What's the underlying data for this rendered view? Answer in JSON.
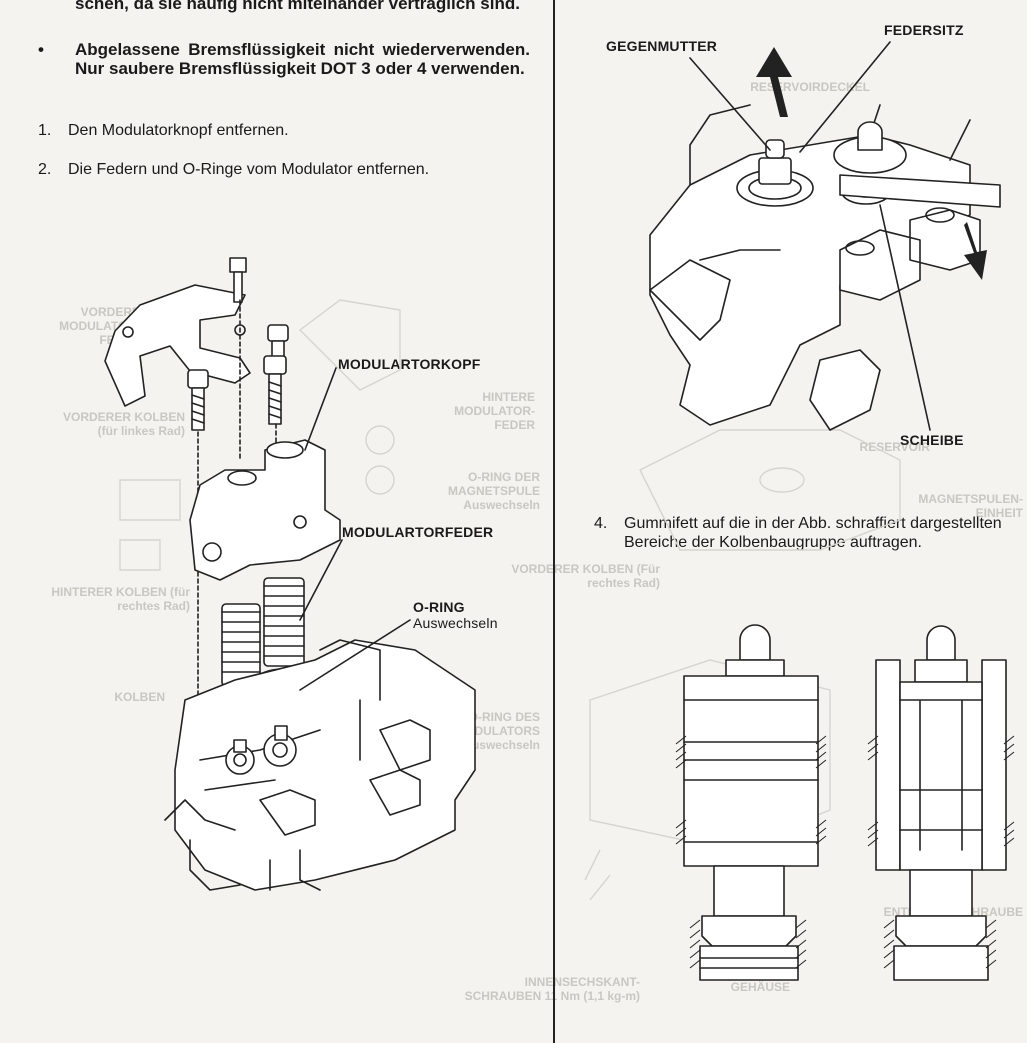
{
  "left": {
    "warning_tail": "schen, da sie häufig nicht miteinander verträglich sind.",
    "bullet_symbol": "•",
    "bullet_text": "Abgelassene Bremsflüssigkeit nicht wiederverwenden. Nur saubere Bremsflüssigkeit DOT 3 oder 4 verwenden.",
    "steps": [
      {
        "num": "1.",
        "text": "Den Modulatorknopf entfernen."
      },
      {
        "num": "2.",
        "text": "Die Federn und O-Ringe vom Modulator entfernen."
      }
    ],
    "labels": {
      "knob": "MODULARTORKOPF",
      "spring": "MODULARTORFEDER",
      "oring": "O-RING",
      "oring_sub": "Auswechseln"
    }
  },
  "right": {
    "labels": {
      "locknut": "GEGENMUTTER",
      "seat": "FEDERSITZ",
      "washer": "SCHEIBE"
    },
    "step4": {
      "num": "4.",
      "text": "Gummifett auf die in der Abb. schraffiert dargestellten Bereiche der Kolbenbaugruppe auftragen."
    }
  },
  "ghost_text": [
    "VORDERE MODULATOR-FEDER",
    "HINTERE MODULATOR-FEDER",
    "VORDERER KOLBEN (für linkes Rad)",
    "HINTERER KOLBEN (für rechtes Rad)",
    "O-RING DER MAGNETSPULE Auswechseln",
    "O-RING DES MODULATORS Auswechseln",
    "RESERVOIRDECKEL",
    "RESERVOIR",
    "VORDERER KOLBEN (Für rechtes Rad)",
    "INNENSECHSKANT-SCHRAUBEN 11 Nm (1,1 kg-m)",
    "KOLBEN",
    "MAGNETSPULEN-EINHEIT",
    "ENTLÜFTERSCHRAUBE",
    "GEHÄUSE"
  ]
}
